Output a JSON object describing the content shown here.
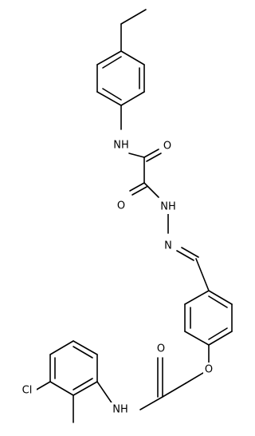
{
  "molecule": {
    "atom_labels": {
      "nh_top": "NH",
      "o_upper": "O",
      "o_lower": "O",
      "nhn": "NH",
      "n_imine": "N",
      "o_ether": "O",
      "o_amide": "O",
      "nh_bottom": "NH",
      "cl": "Cl"
    },
    "colors": {
      "bond": "#000000",
      "background": "#ffffff"
    }
  }
}
